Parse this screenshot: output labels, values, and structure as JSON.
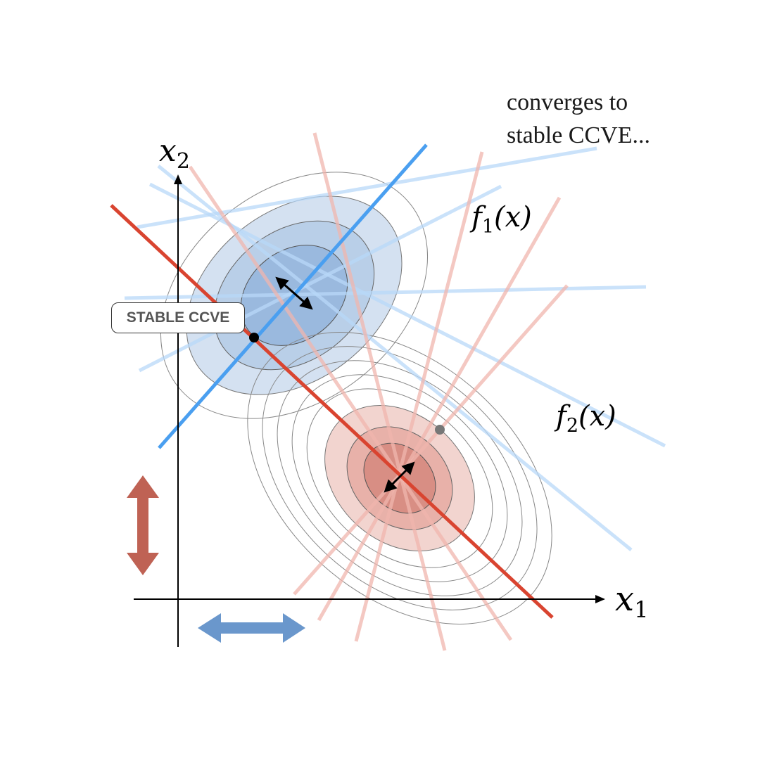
{
  "annotation": {
    "line1": "converges to",
    "line2": "stable CCVE..."
  },
  "badge": {
    "label": "STABLE CCVE"
  },
  "labels": {
    "f1_name": "f",
    "f1_sub": "1",
    "f1_arg": "(x)",
    "f2_name": "f",
    "f2_sub": "2",
    "f2_arg": "(x)",
    "x1_name": "x",
    "x1_sub": "1",
    "x2_name": "x",
    "x2_sub": "2"
  },
  "colors": {
    "blue_main": "#4a9ff0",
    "blue_faint": "#b8d8f8",
    "red_main": "#d94430",
    "red_faint": "#f0b5ae",
    "blue_fill": "#a8c4e4",
    "red_fill": "#e9a69c",
    "blue_arrow": "#6a97cc",
    "red_arrow": "#bf6254"
  }
}
